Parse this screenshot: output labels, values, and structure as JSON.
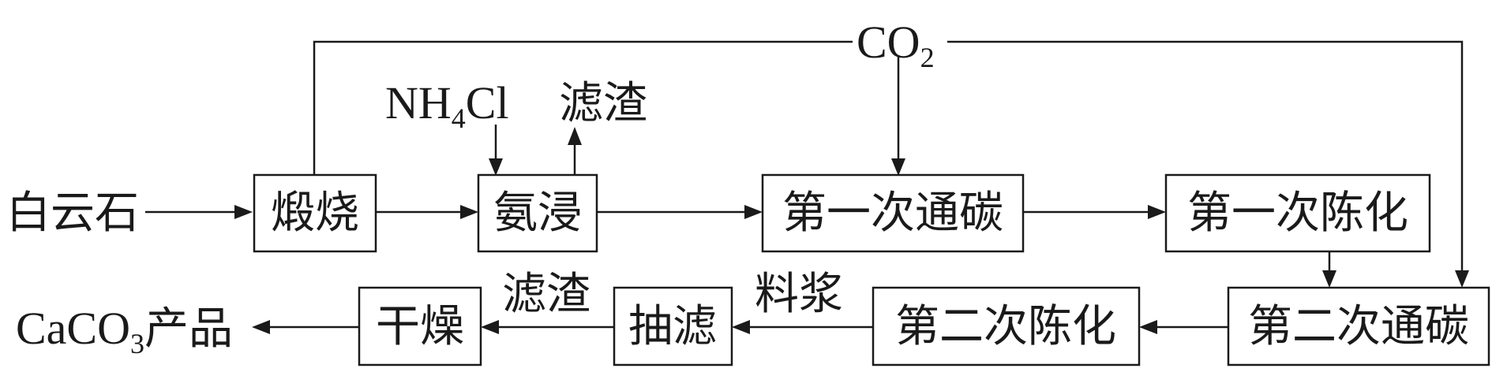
{
  "diagram": {
    "input": "白云石",
    "steps": {
      "calcine": "煅烧",
      "ammonia_leach": "氨浸",
      "first_carbonation": "第一次通碳",
      "first_aging": "第一次陈化",
      "second_carbonation": "第二次通碳",
      "second_aging": "第二次陈化",
      "suction_filter": "抽滤",
      "dry": "干燥"
    },
    "labels": {
      "co2_base": "CO",
      "co2_sub": "2",
      "nh4cl_a": "NH",
      "nh4cl_sub": "4",
      "nh4cl_b": "Cl",
      "residue_top": "滤渣",
      "residue_bottom": "滤渣",
      "slurry": "料浆",
      "product_a": "CaCO",
      "product_sub": "3",
      "product_b": "产品"
    }
  }
}
